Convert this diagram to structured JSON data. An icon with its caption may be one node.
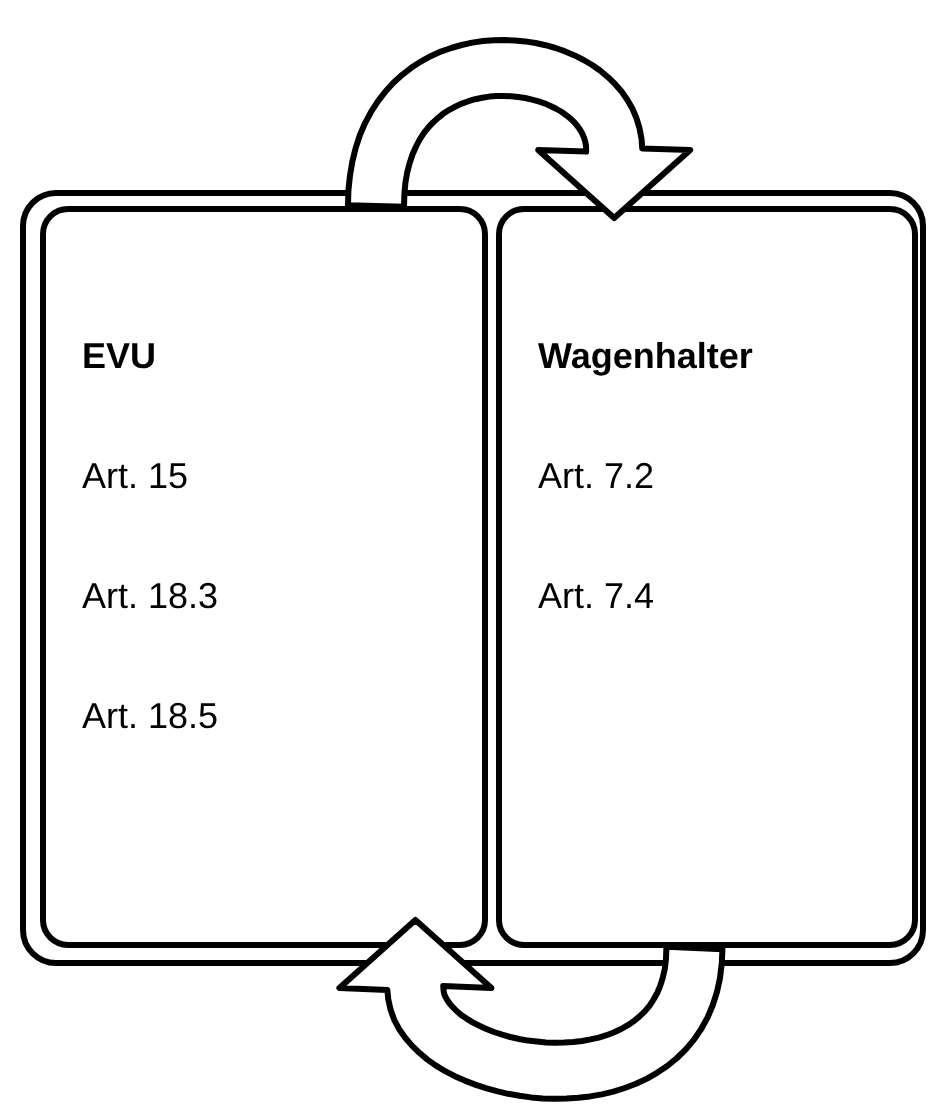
{
  "diagram": {
    "nodes": [
      {
        "text": [],
        "shape": "box"
      },
      {
        "text": [
          "EVU",
          "Art. 15",
          "Art. 18.3",
          "Art. 18.5"
        ],
        "in": 0
      },
      {
        "text": [
          "Wagenhalter",
          "Art. 7.2",
          "Art. 7.4"
        ],
        "in": 0
      }
    ],
    "edges": [
      {
        "from": 1,
        "to": 2,
        "arrow": "to"
      },
      {
        "from": 2,
        "to": 1,
        "arrow": "to"
      }
    ]
  }
}
